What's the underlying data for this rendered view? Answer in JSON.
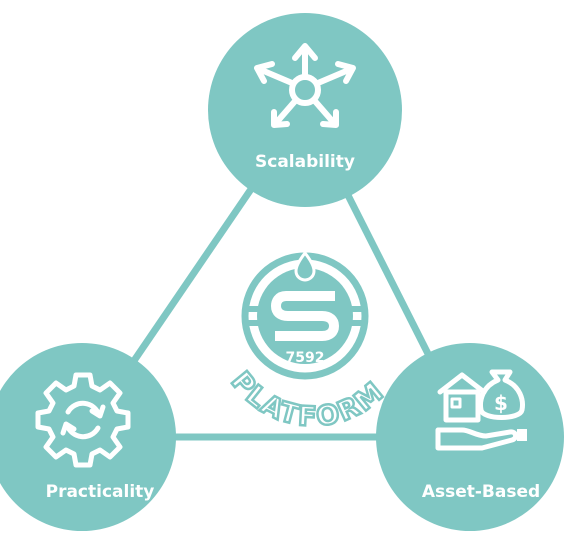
{
  "colors": {
    "teal": "#7fc7c3",
    "teal_dark": "#6fbdb8",
    "background": "#ffffff",
    "text_on_teal": "#ffffff"
  },
  "nodes": {
    "top": {
      "label": "Scalability",
      "icon": "expand-arrows-icon"
    },
    "left": {
      "label": "Practicality",
      "icon": "gear-cycle-icon"
    },
    "right": {
      "label": "Asset-Based",
      "icon": "house-money-hand-icon"
    }
  },
  "logo": {
    "icon": "s-coin-droplet-icon",
    "number": "7592",
    "word": "PLATFORM"
  }
}
